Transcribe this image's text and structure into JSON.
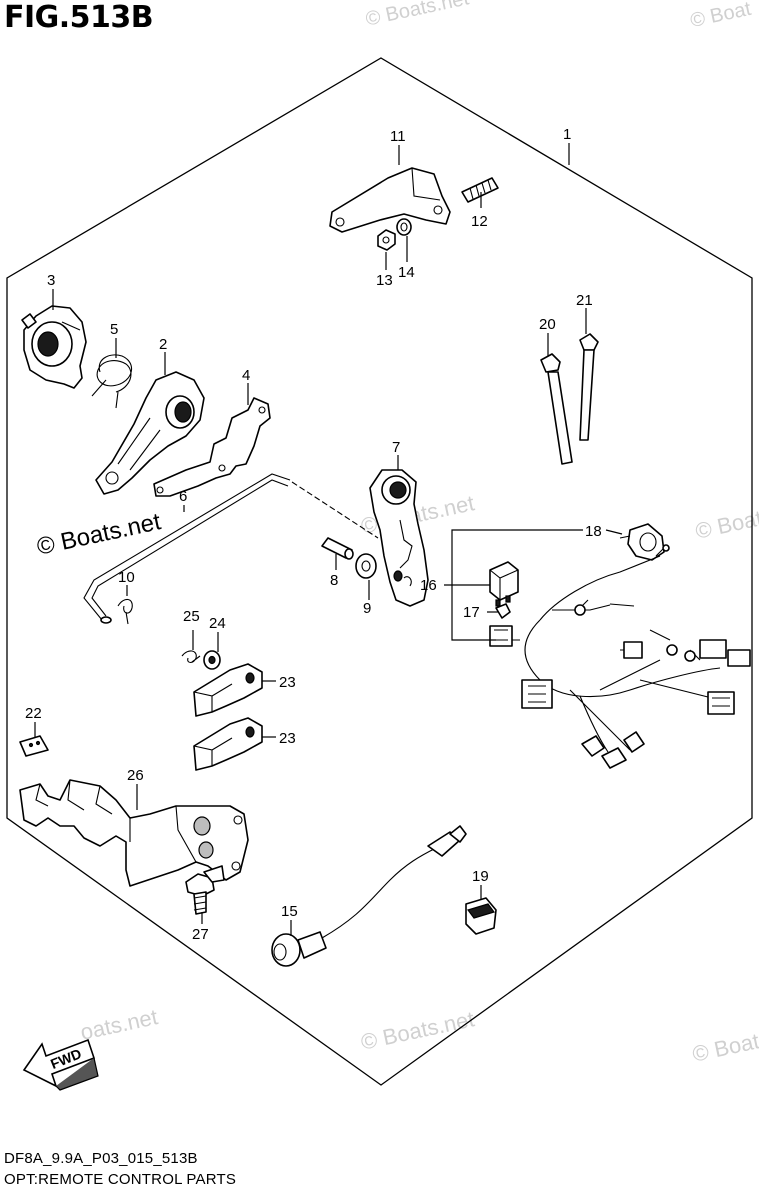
{
  "figure": {
    "title": "FIG.513B",
    "code": "DF8A_9.9A_P03_015_513B",
    "description": "OPT:REMOTE CONTROL PARTS"
  },
  "watermark": {
    "text": "© Boats.net",
    "right_text": "© Boat",
    "left_cut_text": "oats.net"
  },
  "fwd_label": "FWD",
  "callouts": [
    {
      "id": "1",
      "label": "1"
    },
    {
      "id": "2",
      "label": "2"
    },
    {
      "id": "3",
      "label": "3"
    },
    {
      "id": "4",
      "label": "4"
    },
    {
      "id": "5",
      "label": "5"
    },
    {
      "id": "6",
      "label": "6"
    },
    {
      "id": "7",
      "label": "7"
    },
    {
      "id": "8",
      "label": "8"
    },
    {
      "id": "9",
      "label": "9"
    },
    {
      "id": "10",
      "label": "10"
    },
    {
      "id": "11",
      "label": "11"
    },
    {
      "id": "12",
      "label": "12"
    },
    {
      "id": "13",
      "label": "13"
    },
    {
      "id": "14",
      "label": "14"
    },
    {
      "id": "15",
      "label": "15"
    },
    {
      "id": "16",
      "label": "16"
    },
    {
      "id": "17",
      "label": "17"
    },
    {
      "id": "18",
      "label": "18"
    },
    {
      "id": "19",
      "label": "19"
    },
    {
      "id": "20",
      "label": "20"
    },
    {
      "id": "21",
      "label": "21"
    },
    {
      "id": "22",
      "label": "22"
    },
    {
      "id": "23a",
      "label": "23"
    },
    {
      "id": "23b",
      "label": "23"
    },
    {
      "id": "24",
      "label": "24"
    },
    {
      "id": "25",
      "label": "25"
    },
    {
      "id": "26",
      "label": "26"
    },
    {
      "id": "27",
      "label": "27"
    }
  ]
}
